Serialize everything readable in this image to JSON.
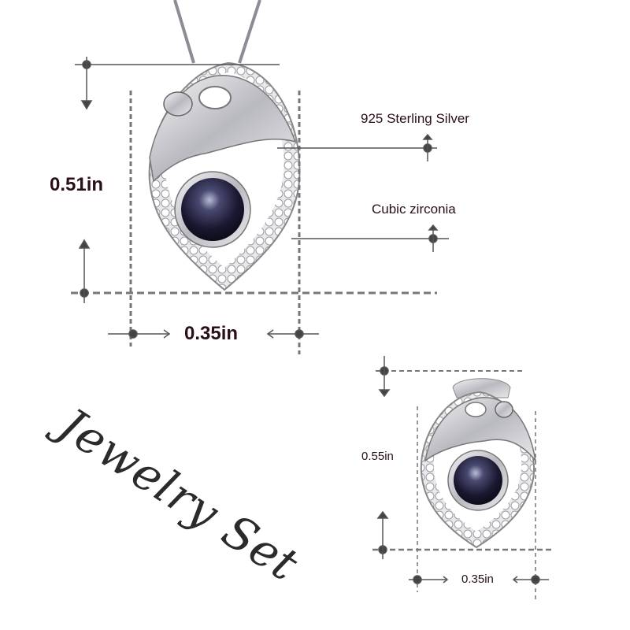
{
  "necklace": {
    "height_label": "0.51in",
    "width_label": "0.35in",
    "material_label": "925 Sterling Silver",
    "stone_label": "Cubic zirconia"
  },
  "earring": {
    "height_label": "0.55in",
    "width_label": "0.35in"
  },
  "title": "Jewelry Set",
  "colors": {
    "text": "#2a1016",
    "dim_line": "#555555",
    "silver": "#d8d8dc",
    "stone": "#1e1c35",
    "background": "#ffffff"
  }
}
